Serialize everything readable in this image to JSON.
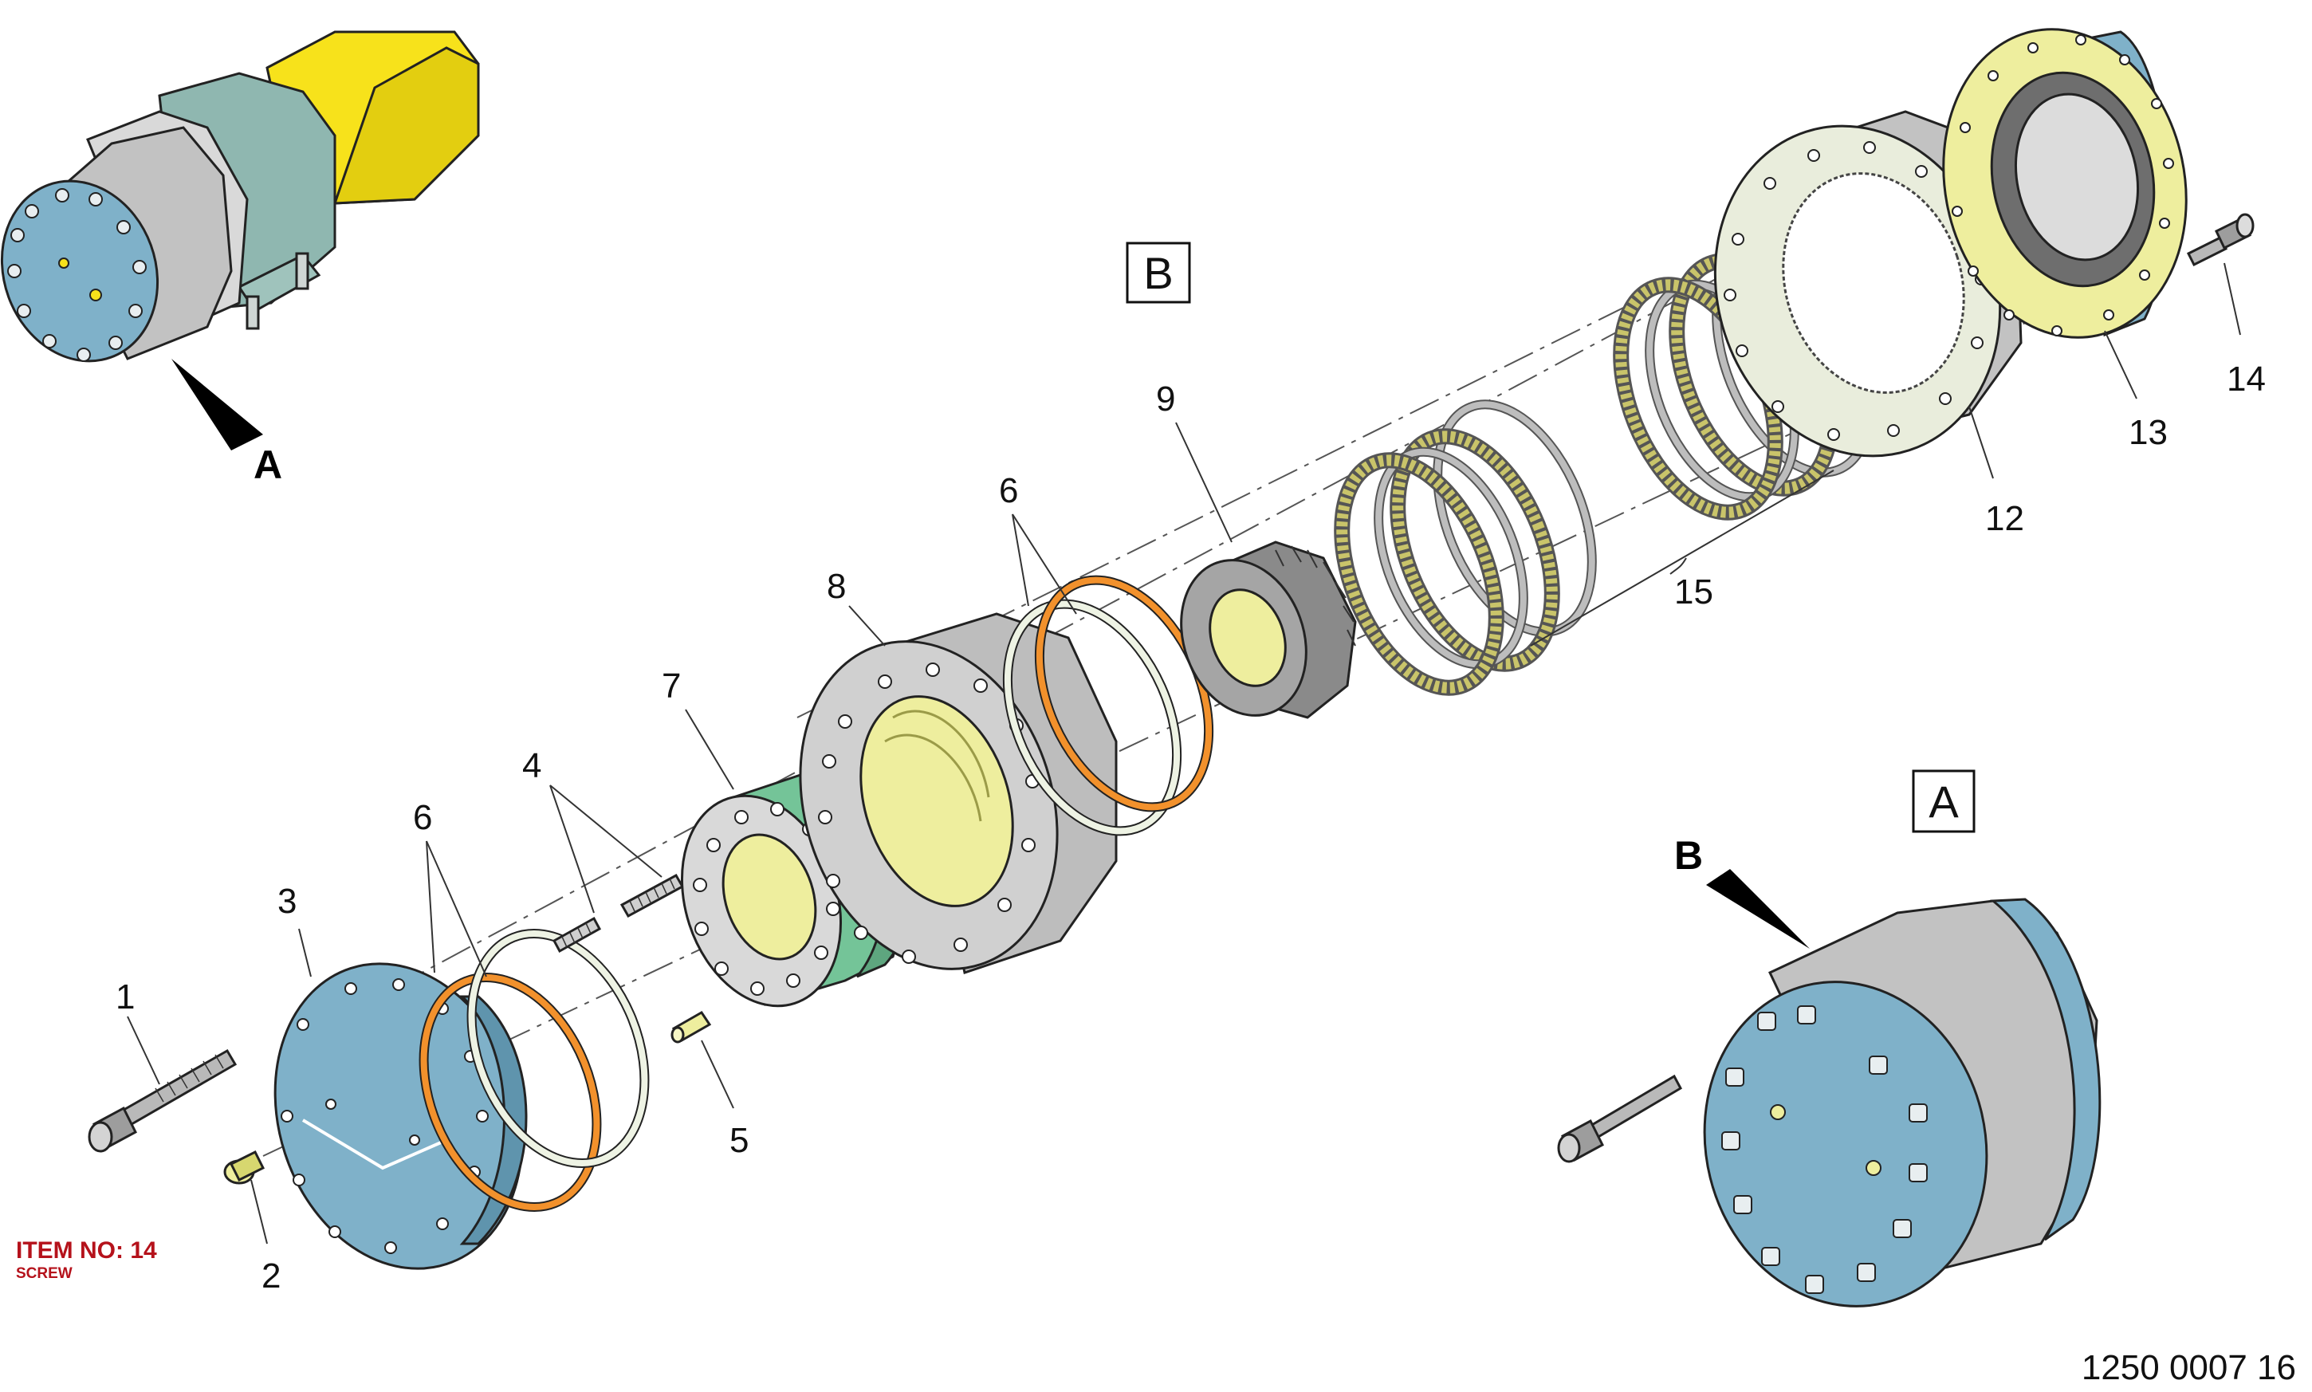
{
  "colors": {
    "blue": "#7fb1c9",
    "grey": "#c7c7c7",
    "darkgrey": "#9a9a9a",
    "yellow": "#f7e21b",
    "paleyellow": "#eeee9e",
    "green": "#74c498",
    "orange": "#f2912c",
    "olive": "#c9c46a",
    "teal": "#8fb7b0",
    "red": "#b5121b"
  },
  "callouts": {
    "c1": "1",
    "c2": "2",
    "c3": "3",
    "c4": "4",
    "c5": "5",
    "c6a": "6",
    "c6b": "6",
    "c7": "7",
    "c8": "8",
    "c9": "9",
    "c12": "12",
    "c13": "13",
    "c14": "14",
    "c15": "15"
  },
  "view_letters": {
    "box_b": "B",
    "box_a": "A",
    "arrow_a": "A",
    "arrow_b": "B"
  },
  "item_label": {
    "title": "ITEM NO: 14",
    "subtitle": "SCREW"
  },
  "document_number": "1250 0007 16"
}
